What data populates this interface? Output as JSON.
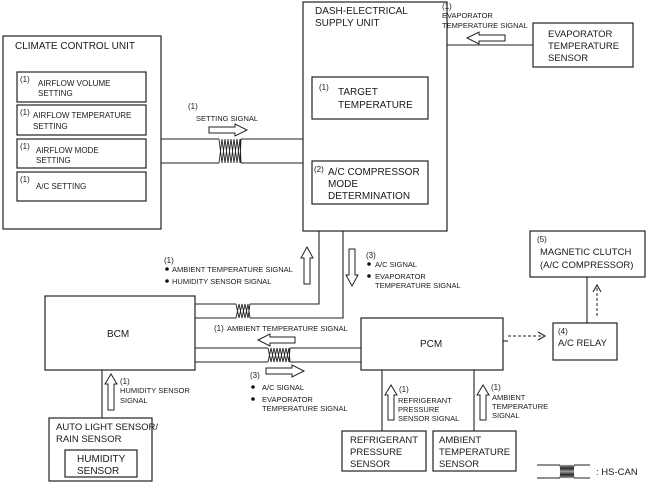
{
  "diagram": {
    "climate_control_unit": {
      "title": "CLIMATE CONTROL UNIT",
      "items": [
        {
          "num": "(1)",
          "line1": "AIRFLOW VOLUME",
          "line2": "SETTING"
        },
        {
          "num": "(1)",
          "line1": "AIRFLOW TEMPERATURE",
          "line2": "SETTING"
        },
        {
          "num": "(1)",
          "line1": "AIRFLOW MODE",
          "line2": "SETTING"
        },
        {
          "num": "(1)",
          "line1": "A/C SETTING",
          "line2": ""
        }
      ]
    },
    "dash_electrical": {
      "title_line1": "DASH-ELECTRICAL",
      "title_line2": "SUPPLY UNIT",
      "target": {
        "num": "(1)",
        "line1": "TARGET",
        "line2": "TEMPERATURE"
      },
      "compressor": {
        "num": "(2)",
        "line1": "A/C COMPRESSOR",
        "line2": "MODE",
        "line3": "DETERMINATION"
      }
    },
    "evaporator_sensor": {
      "line1": "EVAPORATOR",
      "line2": "TEMPERATURE",
      "line3": "SENSOR",
      "signal_num": "(1)",
      "signal_line1": "EVAPORATOR",
      "signal_line2": "TEMPERATURE SIGNAL"
    },
    "setting_signal": {
      "num": "(1)",
      "label": "SETTING SIGNAL"
    },
    "bcm_up_signal": {
      "num": "(1)",
      "item1": "AMBIENT TEMPERATURE SIGNAL",
      "item2": "HUMIDITY SENSOR SIGNAL"
    },
    "dash_down_signal": {
      "num": "(3)",
      "item1": "A/C SIGNAL",
      "item2_line1": "EVAPORATOR",
      "item2_line2": "TEMPERATURE SIGNAL"
    },
    "magnetic_clutch": {
      "num": "(5)",
      "line1": "MAGNETIC CLUTCH",
      "line2": "(A/C COMPRESSOR)"
    },
    "ac_relay": {
      "num": "(4)",
      "label": "A/C RELAY"
    },
    "bcm": {
      "label": "BCM"
    },
    "pcm": {
      "label": "PCM"
    },
    "pcm_to_bcm_signal": {
      "num": "(1)",
      "label": "AMBIENT TEMPERATURE SIGNAL"
    },
    "bcm_to_pcm_signal": {
      "num": "(3)",
      "item1": "A/C SIGNAL",
      "item2_line1": "EVAPORATOR",
      "item2_line2": "TEMPERATURE SIGNAL"
    },
    "humidity_signal": {
      "num": "(1)",
      "line1": "HUMIDITY SENSOR",
      "line2": "SIGNAL"
    },
    "auto_light_sensor": {
      "line1": "AUTO LIGHT SENSOR/",
      "line2": "RAIN SENSOR",
      "inner_line1": "HUMIDITY",
      "inner_line2": "SENSOR"
    },
    "refrigerant_signal": {
      "num": "(1)",
      "line1": "REFRIGERANT",
      "line2": "PRESSURE",
      "line3": "SENSOR SIGNAL"
    },
    "refrigerant_sensor": {
      "line1": "REFRIGERANT",
      "line2": "PRESSURE",
      "line3": "SENSOR"
    },
    "ambient_signal": {
      "num": "(1)",
      "line1": "AMBIENT",
      "line2": "TEMPERATURE",
      "line3": "SIGNAL"
    },
    "ambient_sensor": {
      "line1": "AMBIENT",
      "line2": "TEMPERATURE",
      "line3": "SENSOR"
    },
    "legend": {
      "label": ": HS-CAN"
    }
  }
}
